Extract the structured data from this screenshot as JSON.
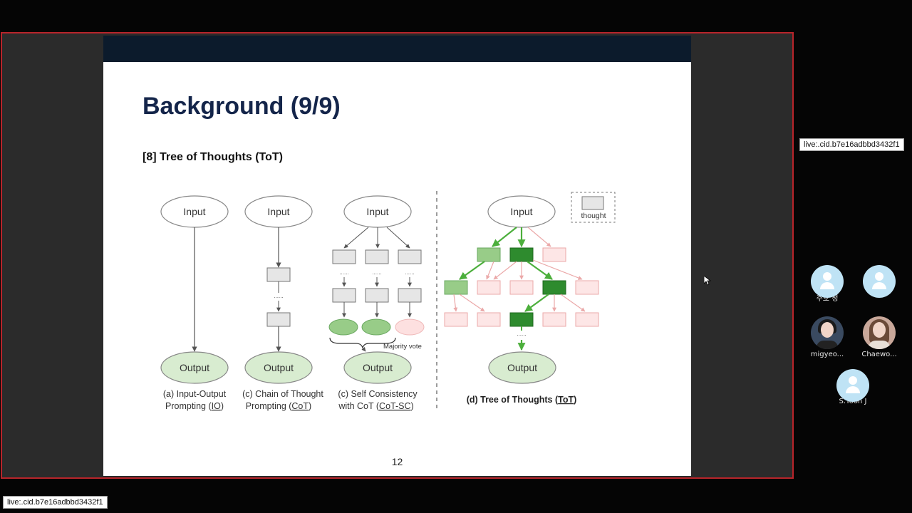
{
  "slide": {
    "title": "Background (9/9)",
    "subtitle": "[8] Tree of Thoughts (ToT)",
    "page_number": "12"
  },
  "diagram": {
    "input_label": "Input",
    "output_label": "Output",
    "thought_label": "thought",
    "majority_vote_label": "Majority vote",
    "dots": "......",
    "captions": {
      "io_line1": "(a) Input-Output",
      "io_line2_prefix": "Prompting (",
      "io_abbr": "IO",
      "cot_line1": "(c) Chain of Thought",
      "cot_line2_prefix": "Prompting (",
      "cot_abbr": "CoT",
      "cotsc_line1": "(c) Self Consistency",
      "cotsc_line2_prefix": "with CoT (",
      "cotsc_abbr": "CoT-SC",
      "close_paren": ")",
      "tot_prefix": "(d) Tree of Thoughts (",
      "tot_abbr": "ToT"
    },
    "colors": {
      "ellipse_fill": "#ffffff",
      "output_fill": "#d8ecd0",
      "gray_box": "#e6e6e6",
      "light_green": "#98cc88",
      "dark_green": "#2e8b2e",
      "pink_box": "#fde6e6",
      "pink_stroke": "#eba8a8",
      "green_arrow": "#4caf3c"
    }
  },
  "overlay": {
    "live_label_right": "live:.cid.b7e16adbbd3432f1",
    "live_label_bottom": "live:.cid.b7e16adbbd3432f1"
  },
  "participants": [
    {
      "name": "주호 정",
      "avatar": "default-avatar"
    },
    {
      "name": "",
      "avatar": "default-avatar"
    },
    {
      "name": "migyeo...",
      "avatar": "photo-avatar"
    },
    {
      "name": "Chaewo...",
      "avatar": "photo-avatar"
    },
    {
      "name": "S.Yoon J",
      "avatar": "default-avatar"
    }
  ]
}
